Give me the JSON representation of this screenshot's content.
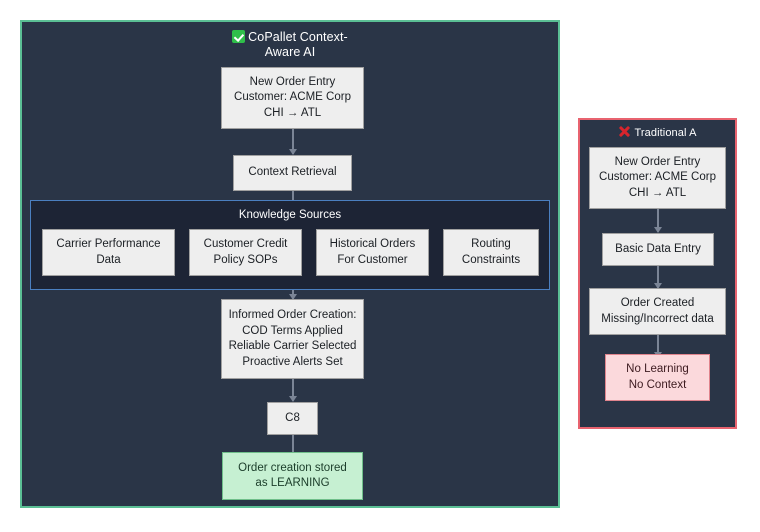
{
  "diagram": {
    "title": "CoPallet Context-Aware AI vs Traditional A comparison flowchart",
    "colors": {
      "canvas": "#ffffff",
      "panel_bg": "#2a3547",
      "copallet_border": "#5bbf95",
      "traditional_border": "#e8636f",
      "node_bg": "#eeeeee",
      "node_border": "#a0a0a0",
      "green_node_bg": "#c6f0d2",
      "pink_node_bg": "#fbd9dc",
      "knowledge_panel_bg": "#1d2435",
      "knowledge_panel_border": "#4b7fc0",
      "connector": "#7b8596"
    }
  },
  "copallet": {
    "icon": "check-icon",
    "title_line1": "CoPallet Context-",
    "title_line2": "Aware AI",
    "nodes": {
      "new_order": {
        "line1": "New Order Entry",
        "line2": "Customer: ACME Corp",
        "line3": "CHI → ATL"
      },
      "context_retrieval": {
        "line1": "Context Retrieval"
      },
      "informed_order": {
        "line1": "Informed Order Creation:",
        "line2": "COD Terms Applied",
        "line3": "Reliable Carrier Selected",
        "line4": "Proactive Alerts Set"
      },
      "c8": {
        "line1": "C8"
      },
      "learning": {
        "line1": "Order creation stored",
        "line2": "as LEARNING"
      }
    },
    "knowledge_sources": {
      "label": "Knowledge Sources",
      "items": [
        {
          "line1": "Carrier Performance",
          "line2": "Data"
        },
        {
          "line1": "Customer Credit",
          "line2": "Policy SOPs"
        },
        {
          "line1": "Historical Orders",
          "line2": "For Customer"
        },
        {
          "line1": "Routing",
          "line2": "Constraints"
        }
      ]
    }
  },
  "traditional": {
    "icon": "cross-icon",
    "title": "Traditional A",
    "nodes": {
      "new_order": {
        "line1": "New Order Entry",
        "line2": "Customer: ACME Corp",
        "line3": "CHI → ATL"
      },
      "basic_data_entry": {
        "line1": "Basic Data Entry"
      },
      "order_created": {
        "line1": "Order Created",
        "line2": "Missing/Incorrect data"
      },
      "no_learning": {
        "line1": "No Learning",
        "line2": "No Context"
      }
    }
  }
}
